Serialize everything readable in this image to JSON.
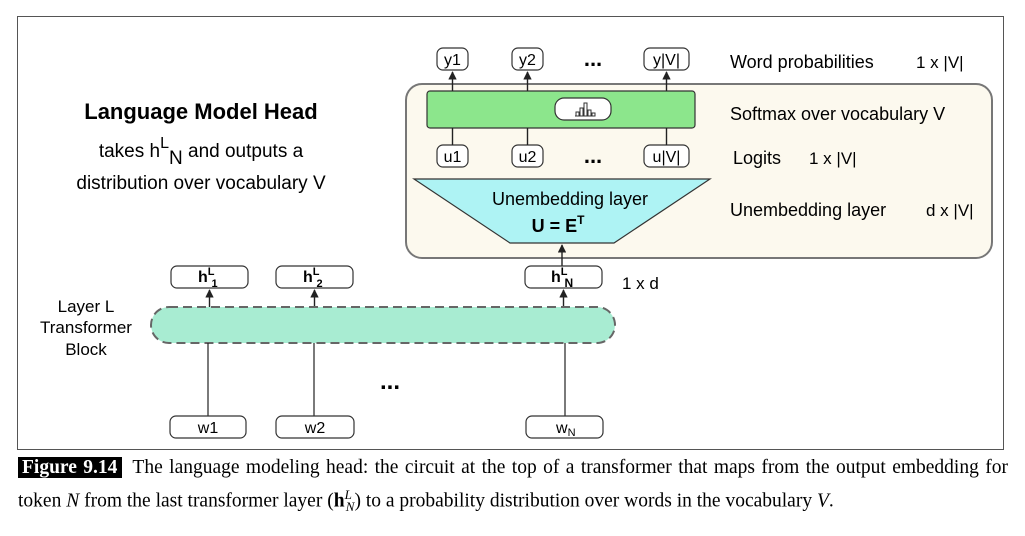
{
  "title": "Language Model Head",
  "subtitle": {
    "line1_pre": "takes h",
    "sup": "L",
    "sub": "N",
    "line1_post": " and outputs a",
    "line2": "distribution over vocabulary V"
  },
  "outputs": {
    "y1": "y1",
    "y2": "y2",
    "dots": "...",
    "yV": "y|V|"
  },
  "logits": {
    "u1": "u1",
    "u2": "u2",
    "dots": "...",
    "uV": "u|V|"
  },
  "unembedding": {
    "line1": "Unembedding layer",
    "eq_pre": "U = E",
    "eq_sup": "T"
  },
  "right_labels": {
    "word_prob": "Word probabilities",
    "word_prob_dim": "1 x |V|",
    "softmax": "Softmax over vocabulary V",
    "logits": "Logits",
    "logits_dim": "1 x |V|",
    "unembed": "Unembedding layer",
    "unembed_dim": "d x |V|"
  },
  "hidden": {
    "base": "h",
    "sup": "L",
    "sub1": "1",
    "sub2": "2",
    "subN": "N",
    "dim": "1 x d"
  },
  "block": {
    "line1": "Layer L",
    "line2": "Transformer",
    "line3": "Block"
  },
  "middle_dots": "...",
  "inputs": {
    "w1": "w1",
    "w2": "w2",
    "wN_base": "w",
    "wN_sub": "N"
  },
  "caption": {
    "label": "Figure 9.14",
    "text1": "The language modeling head: the circuit at the top of a transformer that maps from the output embedding for token ",
    "N": "N",
    "text2": " from the last transformer layer (",
    "h": "h",
    "hsup": "L",
    "hsub": "N",
    "text3": ") to a probability distribution over words in the vocabulary ",
    "V": "V",
    "text4": "."
  },
  "colors": {
    "softmax_fill": "#8ce68c",
    "block_fill": "#a8ecd2",
    "unembed_fill": "#aef3f4",
    "head_panel": "#fcf9ee"
  }
}
